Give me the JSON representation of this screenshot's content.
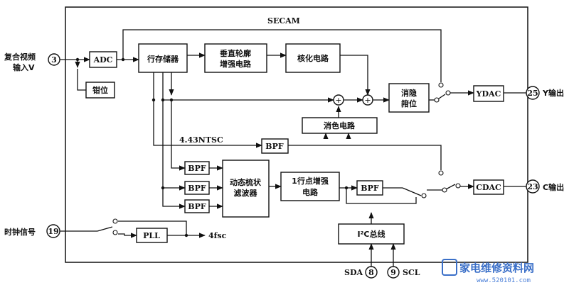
{
  "chip": {
    "title": "SECAM"
  },
  "blocks": {
    "adc": "ADC",
    "clamp": "钳位",
    "line_memory": "行存储器",
    "contour_line1": "垂直轮廓",
    "contour_line2": "增强电路",
    "coring": "核化电路",
    "blank_line1": "消隐",
    "blank_line2": "箝位",
    "ydac": "YDAC",
    "color_kill": "消色电路",
    "bpf_ntsc": "BPF",
    "bpf1": "BPF",
    "bpf2": "BPF",
    "bpf3": "BPF",
    "comb_line1": "动态梳状",
    "comb_line2": "滤波器",
    "enh_line1": "1行点增强",
    "enh_line2": "电路",
    "bpf_out": "BPF",
    "cdac": "CDAC",
    "pll": "PLL",
    "i2c": "I²C总线"
  },
  "labels": {
    "ntsc": "4.43NTSC",
    "fsc": "4fsc",
    "video_in_line1": "复合视频",
    "video_in_line2": "输入V",
    "y_out": "Y输出",
    "c_out": "C输出",
    "clock": "时钟信号",
    "sda": "SDA",
    "scl": "SCL"
  },
  "pins": {
    "video_in": "3",
    "y_out": "25",
    "c_out": "23",
    "clock": "19",
    "sda": "8",
    "scl": "9"
  },
  "watermark": {
    "line1": "家电维修资料网",
    "line2": "www.520101.com"
  }
}
